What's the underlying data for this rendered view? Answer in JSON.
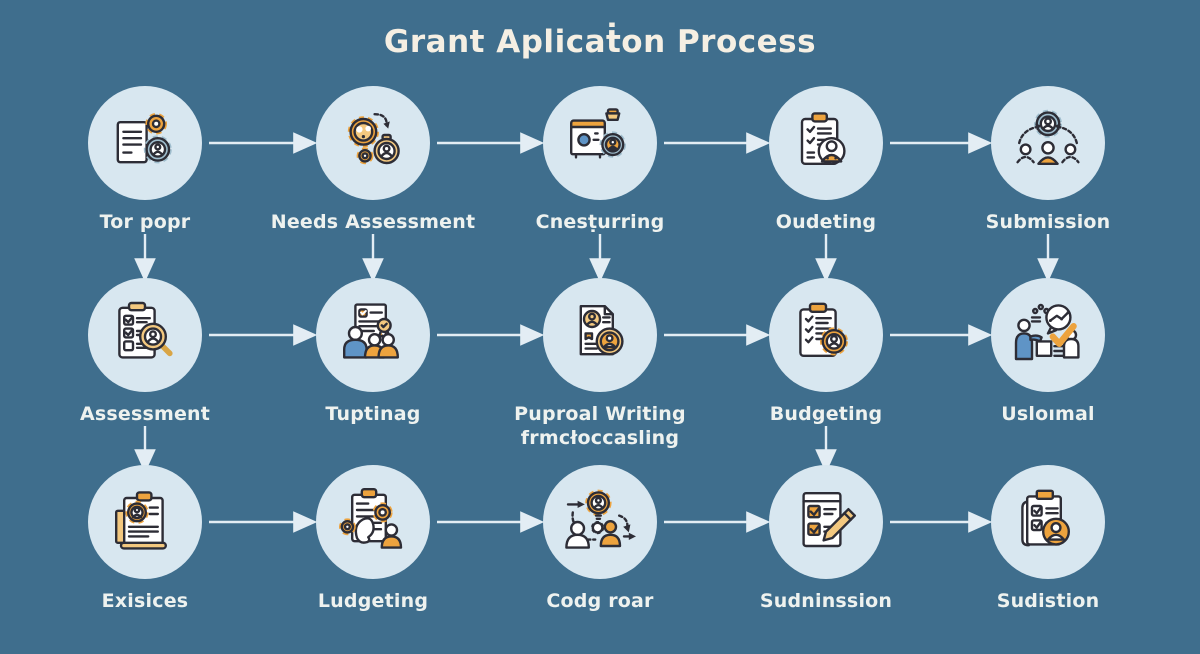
{
  "title": "Grant Aplicaṫon Process",
  "colors": {
    "background": "#3F6E8D",
    "node_circle": "#D8E7F0",
    "accent_orange": "#EDA33E",
    "accent_steel_blue": "#9FBDCD",
    "accent_person_blue": "#5F94C6",
    "outline_dark": "#2d2d36",
    "arrow": "#E3EDF4",
    "title_text": "#F5EFE3",
    "label_text": "#EEF2EF"
  },
  "rows": [
    {
      "nodes": [
        {
          "label": "Tor popr",
          "icon": "document-gears-person-icon"
        },
        {
          "label": "Needs Assessment",
          "icon": "gears-stopwatch-person-icon"
        },
        {
          "label": "Cnesṭurring",
          "icon": "calendar-trophy-gear-person-icon"
        },
        {
          "label": "Oudeting",
          "icon": "checklist-person-icon"
        },
        {
          "label": "Submission",
          "icon": "gear-person-team-icon"
        }
      ]
    },
    {
      "nodes": [
        {
          "label": "Assessment",
          "icon": "checklist-magnifier-person-icon"
        },
        {
          "label": "Tuptinag",
          "icon": "document-team-ribbon-icon"
        },
        {
          "label": "Puproal Writing",
          "label2": "frmcłoccasling",
          "icon": "document-avatar-medal-icon"
        },
        {
          "label": "Budgeting",
          "icon": "checklist-gear-person-icon"
        },
        {
          "label": "Usloımal",
          "icon": "presenter-chart-check-icon"
        }
      ]
    },
    {
      "nodes": [
        {
          "label": "Exisices",
          "icon": "clipboard-gear-avatar-icon"
        },
        {
          "label": "Ludgeting",
          "icon": "clipboard-gears-person-icon"
        },
        {
          "label": "Codg roar",
          "icon": "gear-people-cycle-icon"
        },
        {
          "label": "Sudninssion",
          "icon": "form-checkboxes-pencil-icon"
        },
        {
          "label": "Sudistion",
          "icon": "clipboard-checks-avatar-icon"
        }
      ]
    }
  ],
  "connections": {
    "horizontal": [
      [
        "rows.0.nodes.0",
        "rows.0.nodes.1"
      ],
      [
        "rows.0.nodes.1",
        "rows.0.nodes.2"
      ],
      [
        "rows.0.nodes.2",
        "rows.0.nodes.3"
      ],
      [
        "rows.0.nodes.3",
        "rows.0.nodes.4"
      ],
      [
        "rows.1.nodes.0",
        "rows.1.nodes.1"
      ],
      [
        "rows.1.nodes.1",
        "rows.1.nodes.2"
      ],
      [
        "rows.1.nodes.2",
        "rows.1.nodes.3"
      ],
      [
        "rows.1.nodes.3",
        "rows.1.nodes.4"
      ],
      [
        "rows.2.nodes.0",
        "rows.2.nodes.1"
      ],
      [
        "rows.2.nodes.1",
        "rows.2.nodes.2"
      ],
      [
        "rows.2.nodes.2",
        "rows.2.nodes.3"
      ],
      [
        "rows.2.nodes.3",
        "rows.2.nodes.4"
      ]
    ],
    "vertical": [
      [
        "rows.0.nodes.0",
        "rows.1.nodes.0"
      ],
      [
        "rows.0.nodes.1",
        "rows.1.nodes.1"
      ],
      [
        "rows.0.nodes.2",
        "rows.1.nodes.2"
      ],
      [
        "rows.0.nodes.3",
        "rows.1.nodes.3"
      ],
      [
        "rows.0.nodes.4",
        "rows.1.nodes.4"
      ],
      [
        "rows.1.nodes.0",
        "rows.2.nodes.0"
      ],
      [
        "rows.1.nodes.3",
        "rows.2.nodes.3"
      ]
    ]
  }
}
